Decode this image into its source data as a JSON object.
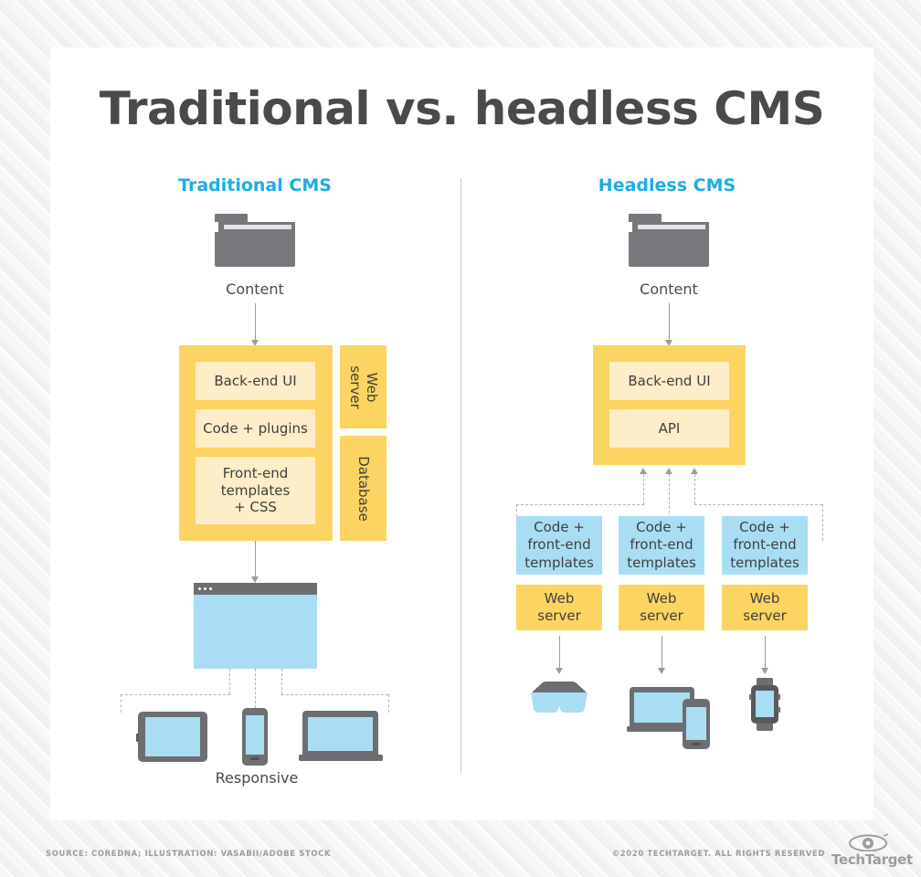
{
  "title": "Traditional vs. headless CMS",
  "columns": {
    "traditional": {
      "heading": "Traditional CMS",
      "content_label": "Content",
      "content_icon": "folder-icon",
      "stack": [
        "Back-end UI",
        "Code + plugins",
        "Front-end templates + CSS"
      ],
      "stack_lines": {
        "front_end_1": "Front-end",
        "front_end_2": "templates",
        "front_end_3": "+ CSS"
      },
      "side_boxes": [
        {
          "line1": "Web",
          "line2": "server"
        },
        {
          "line1": "Database",
          "line2": ""
        }
      ],
      "output_icon": "browser-window-icon",
      "devices": [
        "tablet-icon",
        "smartphone-icon",
        "laptop-icon"
      ],
      "devices_label": "Responsive"
    },
    "headless": {
      "heading": "Headless CMS",
      "content_label": "Content",
      "content_icon": "folder-icon",
      "stack": [
        "Back-end UI",
        "API"
      ],
      "channels": [
        {
          "code_l1": "Code +",
          "code_l2": "front-end",
          "code_l3": "templates",
          "server_l1": "Web",
          "server_l2": "server",
          "device_icon": "vr-headset-icon"
        },
        {
          "code_l1": "Code +",
          "code_l2": "front-end",
          "code_l3": "templates",
          "server_l1": "Web",
          "server_l2": "server",
          "device_icon": "laptop-and-phone-icon"
        },
        {
          "code_l1": "Code +",
          "code_l2": "front-end",
          "code_l3": "templates",
          "server_l1": "Web",
          "server_l2": "server",
          "device_icon": "smartwatch-icon"
        }
      ]
    }
  },
  "footer": {
    "source": "SOURCE: COREDNA; ILLUSTRATION: VASABII/ADOBE STOCK",
    "copyright": "©2020 TECHTARGET. ALL RIGHTS RESERVED",
    "logo_text": "TechTarget",
    "logo_icon": "eye-icon"
  },
  "colors": {
    "accent_blue": "#1CADE4",
    "box_yellow": "#FCD462",
    "box_cream": "#FDEDC8",
    "box_lightblue": "#A9DDF4",
    "device_gray": "#6D6E71",
    "text_dark": "#4A4A4A"
  }
}
